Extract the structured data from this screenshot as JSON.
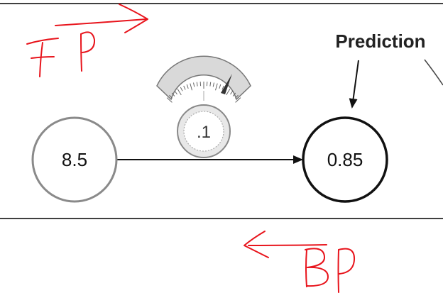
{
  "diagram": {
    "input_node": {
      "value": "8.5"
    },
    "weight_dial": {
      "value": ".1"
    },
    "output_node": {
      "value": "0.85"
    },
    "prediction_label": "Prediction",
    "annotations": {
      "forward_pass": "FP",
      "back_pass": "BP"
    },
    "colors": {
      "input_border": "#8a8a8a",
      "output_border": "#111111",
      "annotation": "#e8141c",
      "gauge_fill": "#d9d9d9",
      "line": "#000000"
    }
  }
}
